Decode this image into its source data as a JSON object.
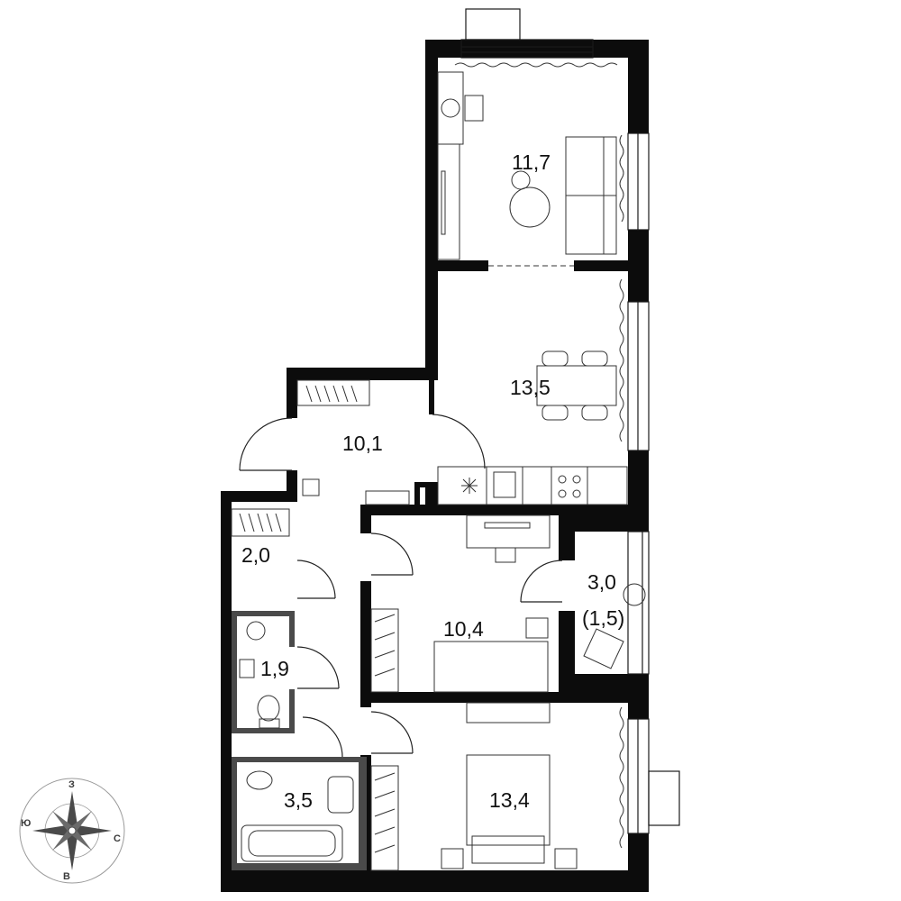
{
  "rooms": [
    {
      "id": "room-living",
      "area": "11,7"
    },
    {
      "id": "room-kitchen",
      "area": "13,5"
    },
    {
      "id": "room-hall",
      "area": "10,1"
    },
    {
      "id": "room-closet",
      "area": "2,0"
    },
    {
      "id": "room-bedroom-small",
      "area": "10,4"
    },
    {
      "id": "room-balcony",
      "area": "3,0",
      "area_reduced": "(1,5)"
    },
    {
      "id": "room-toilet",
      "area": "1,9"
    },
    {
      "id": "room-bathroom",
      "area": "3,5"
    },
    {
      "id": "room-bedroom-large",
      "area": "13,4"
    }
  ],
  "compass": {
    "north": "З",
    "east": "С",
    "south": "В",
    "west": "Ю"
  },
  "colors": {
    "wall": "#0c0c0c",
    "sanitary_wall": "#4a4a4a",
    "background": "#ffffff"
  }
}
